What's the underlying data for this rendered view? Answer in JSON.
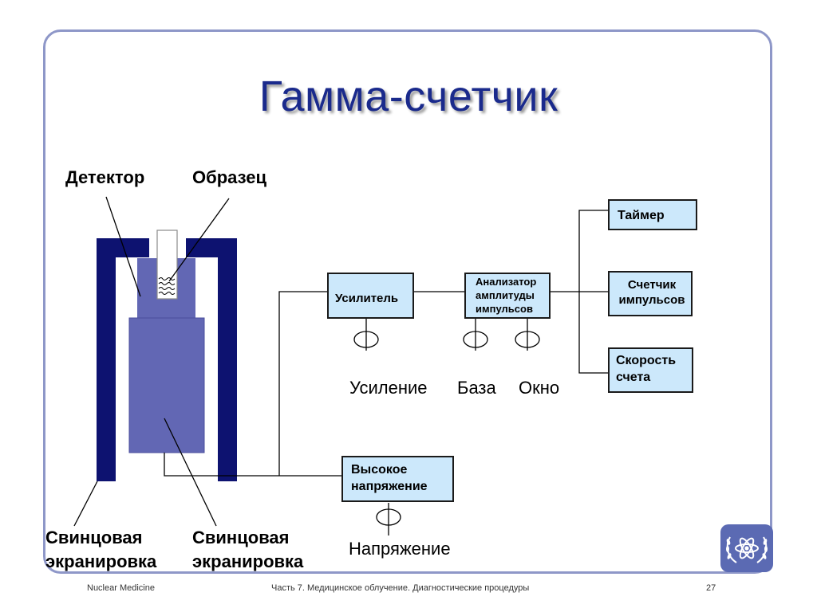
{
  "slide": {
    "title": "Гамма-счетчик"
  },
  "labels": {
    "detector": "Детектор",
    "sample": "Образец",
    "lead_shield_1": [
      "Свинцовая",
      "экранировка"
    ],
    "lead_shield_2": [
      "Свинцовая",
      "экранировка"
    ]
  },
  "blocks": {
    "amplifier": "Усилитель",
    "analyzer": [
      "Анализатор",
      "амплитуды",
      "импульсов"
    ],
    "timer": "Таймер",
    "counter": [
      "Счетчик",
      "импульсов"
    ],
    "count_rate": [
      "Скорость",
      "счета"
    ],
    "high_voltage": [
      "Высокое",
      "напряжение"
    ]
  },
  "controls": {
    "gain": "Усиление",
    "base": "База",
    "window": "Окно",
    "voltage": "Напряжение"
  },
  "footer": {
    "left": "Nuclear Medicine",
    "center": "Часть 7. Медицинское облучение. Диагностические процедуры",
    "page": "27"
  },
  "colors": {
    "title": "#1a2a8c",
    "frame": "#8e97c8",
    "lead": "#0d1270",
    "detector": "#6267b4",
    "box_fill": "#cce8fb",
    "logo": "#5b6ab3"
  },
  "icons": {
    "logo": "atom-laurel-icon",
    "knob": "potentiometer-icon"
  }
}
